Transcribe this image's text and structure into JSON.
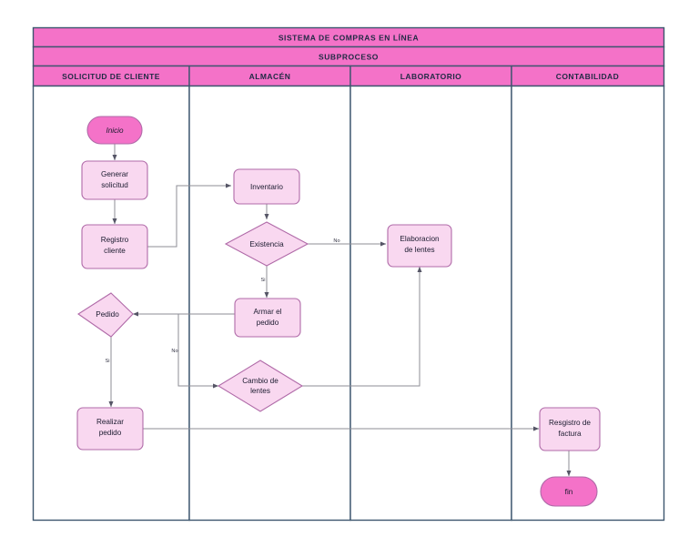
{
  "diagram": {
    "title_band": "SISTEMA DE COMPRAS EN LÍNEA",
    "subtitle_band": "SUBPROCESO",
    "lanes": [
      {
        "id": "solicitud-de-cliente",
        "label": "SOLICITUD DE CLIENTE"
      },
      {
        "id": "almacen",
        "label": "ALMACÉN"
      },
      {
        "id": "laboratorio",
        "label": "LABORATORIO"
      },
      {
        "id": "contabilidad",
        "label": "CONTABILIDAD"
      }
    ],
    "nodes": [
      {
        "id": "inicio",
        "label": "Inicio",
        "type": "terminal",
        "lane": "solicitud-de-cliente"
      },
      {
        "id": "generar-solicitud",
        "label_line1": "Generar",
        "label_line2": "solicitud",
        "type": "process",
        "lane": "solicitud-de-cliente"
      },
      {
        "id": "registro-cliente",
        "label_line1": "Registro",
        "label_line2": "cliente",
        "type": "process",
        "lane": "solicitud-de-cliente"
      },
      {
        "id": "inventario",
        "label": "Inventario",
        "type": "process",
        "lane": "almacen"
      },
      {
        "id": "existencia",
        "label": "Existencia",
        "type": "decision",
        "lane": "almacen"
      },
      {
        "id": "armar-el-pedido",
        "label_line1": "Armar el",
        "label_line2": "pedido",
        "type": "process",
        "lane": "almacen"
      },
      {
        "id": "cambio-de-lentes",
        "label_line1": "Cambio de",
        "label_line2": "lentes",
        "type": "decision",
        "lane": "almacen"
      },
      {
        "id": "pedido",
        "label": "Pedido",
        "type": "decision",
        "lane": "solicitud-de-cliente"
      },
      {
        "id": "realizar-pedido",
        "label_line1": "Realizar",
        "label_line2": "pedido",
        "type": "process",
        "lane": "solicitud-de-cliente"
      },
      {
        "id": "elaboracion-de-lentes",
        "label_line1": "Elaboracion",
        "label_line2": "de lentes",
        "type": "process",
        "lane": "laboratorio"
      },
      {
        "id": "resgistro-de-factura",
        "label_line1": "Resgistro de",
        "label_line2": "factura",
        "type": "process",
        "lane": "contabilidad"
      },
      {
        "id": "fin",
        "label": "fin",
        "type": "terminal",
        "lane": "contabilidad"
      }
    ],
    "edge_labels": {
      "existencia_no": "No",
      "existencia_si": "Si",
      "pedido_no": "No",
      "pedido_si": "Si"
    },
    "colors": {
      "band_fill": "#f472c8",
      "terminal_fill": "#f472c8",
      "process_fill": "#f9d8f0",
      "decision_fill": "#f9d8f0",
      "shape_stroke": "#b06aa8",
      "frame_stroke": "#3d566e",
      "text_dark": "#1f2a44",
      "connector": "#888888",
      "canvas": "#ffffff"
    }
  }
}
